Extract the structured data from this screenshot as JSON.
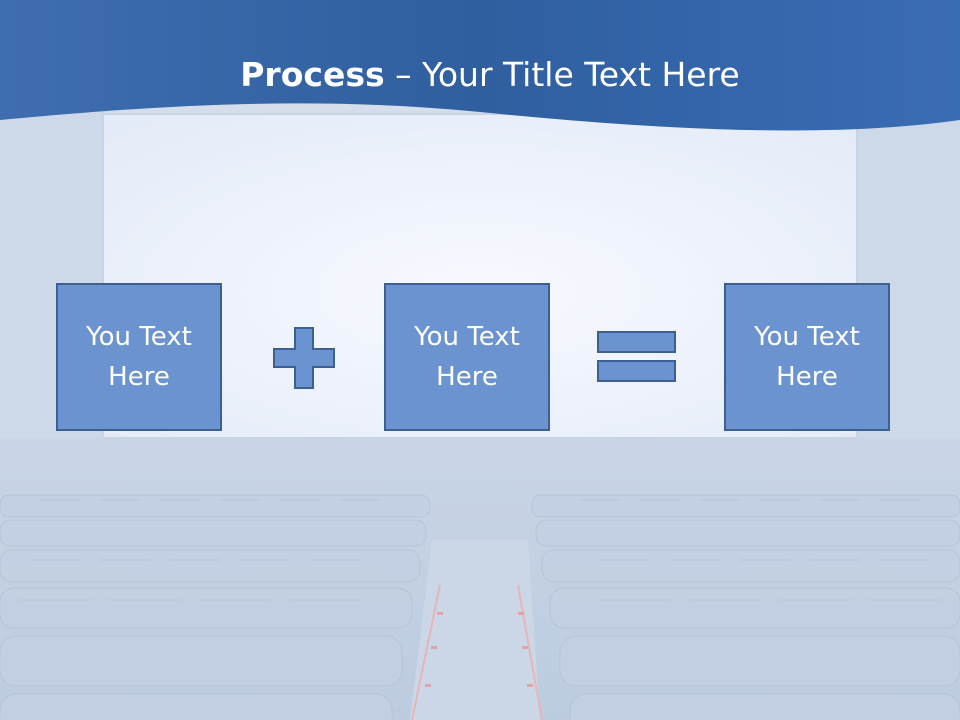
{
  "title": {
    "bold": "Process",
    "rest": " – Your Title Text Here"
  },
  "process": {
    "boxes": [
      {
        "label": "You Text Here"
      },
      {
        "label": "You Text Here"
      },
      {
        "label": "You Text Here"
      }
    ],
    "operators": [
      "plus-icon",
      "equals-icon"
    ]
  },
  "colors": {
    "header_blue": "#2f64a6",
    "box_fill": "#6b93cf",
    "box_border": "#3d5f91"
  }
}
